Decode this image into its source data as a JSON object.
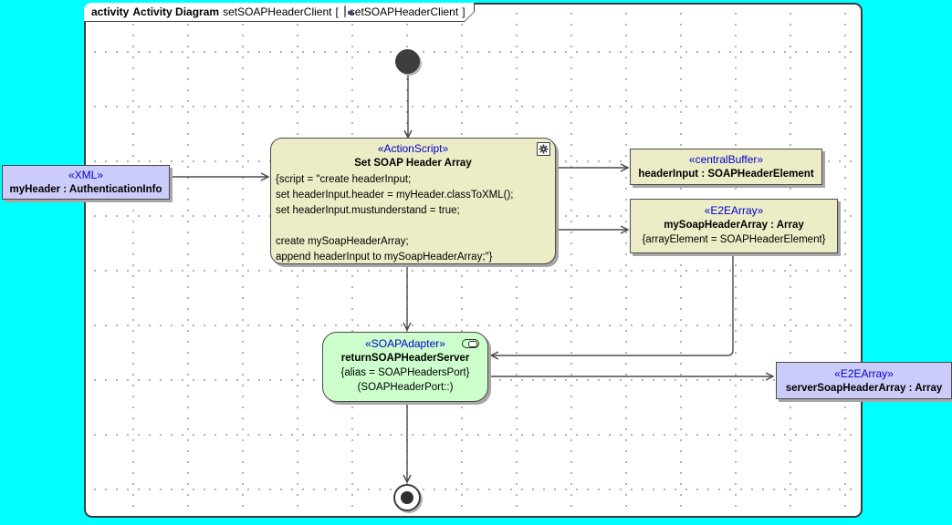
{
  "colors": {
    "desktop": "#00ffff",
    "frame-border": "#3a3a3a",
    "node-border": "#4a4a4a",
    "beige": "#ececc6",
    "lavender": "#ccccfa",
    "green": "#ccffcc",
    "stereotype-blue": "#0000cc",
    "edge": "#4a4a4a",
    "shadow": "#a6a6a6"
  },
  "frame": {
    "keyword": "activity",
    "diagram_type": "Activity Diagram",
    "diagram_name": "setSOAPHeaderClient",
    "bracket_open": "[",
    "parameter_name": "setSOAPHeaderClient",
    "bracket_close": "]"
  },
  "nodes": {
    "my_header": {
      "stereotype": "«XML»",
      "name": "myHeader : AuthenticationInfo"
    },
    "set_soap_header_array": {
      "stereotype": "«ActionScript»",
      "name": "Set SOAP Header Array",
      "body_lines": [
        "{script = \"create headerInput;",
        "set headerInput.header = myHeader.classToXML();",
        "set headerInput.mustunderstand = true;",
        "",
        "create mySoapHeaderArray;",
        "append headerInput to mySoapHeaderArray;\"}"
      ]
    },
    "header_input": {
      "stereotype": "«centralBuffer»",
      "name": "headerInput : SOAPHeaderElement"
    },
    "my_soap_header_array": {
      "stereotype": "«E2EArray»",
      "name": "mySoapHeaderArray : Array",
      "constraint": "{arrayElement = SOAPHeaderElement}"
    },
    "return_soap_header_server": {
      "stereotype": "«SOAPAdapter»",
      "name": "returnSOAPHeaderServer",
      "constraint": "{alias = SOAPHeadersPort}",
      "qualifier": "(SOAPHeaderPort::)"
    },
    "server_soap_header_array": {
      "stereotype": "«E2EArray»",
      "name": "serverSoapHeaderArray : Array"
    }
  }
}
